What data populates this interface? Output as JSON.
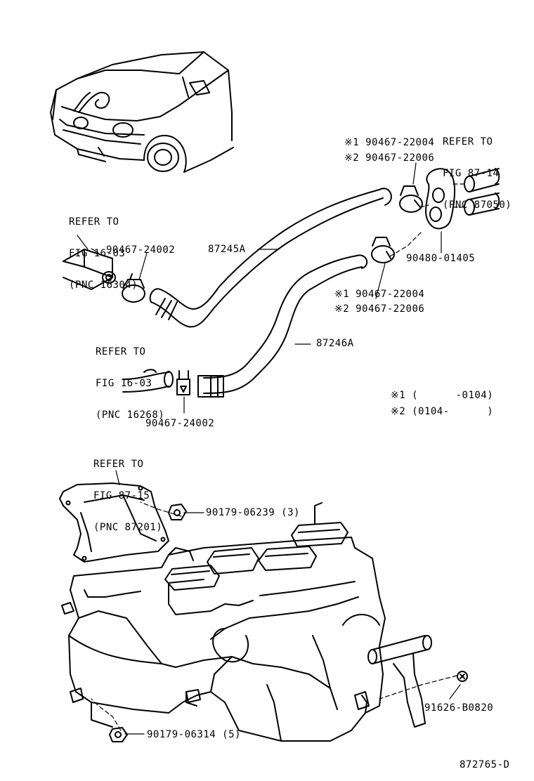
{
  "refs": {
    "fig_87_14": [
      "REFER TO",
      "FIG 87-14",
      "(PNC 87050)"
    ],
    "fig_16_03_a": [
      "REFER TO",
      "FIG 16-03",
      "(PNC 16304)"
    ],
    "fig_16_03_b": [
      "REFER TO",
      "FIG 16-03",
      "(PNC 16268)"
    ],
    "fig_87_15": [
      "REFER TO",
      "FIG 87-15",
      "(PNC 87201)"
    ]
  },
  "parts": {
    "clamp_upper_1": "※1 90467-22004",
    "clamp_upper_2": "※2 90467-22006",
    "clamp_mid_1": "※1 90467-22004",
    "clamp_mid_2": "※2 90467-22006",
    "grommet": "90480-01405",
    "hose_inlet": "87245A",
    "hose_outlet": "87246A",
    "clip_upper": "90467-24002",
    "clip_lower": "90467-24002",
    "nut_upper": "90179-06239 (3)",
    "nut_lower": "90179-06314 (5)",
    "bolt": "91626-B0820"
  },
  "notes": {
    "note1": "※1 (      -0104)",
    "note2": "※2 (0104-      )"
  },
  "figure_code": "872765-D"
}
